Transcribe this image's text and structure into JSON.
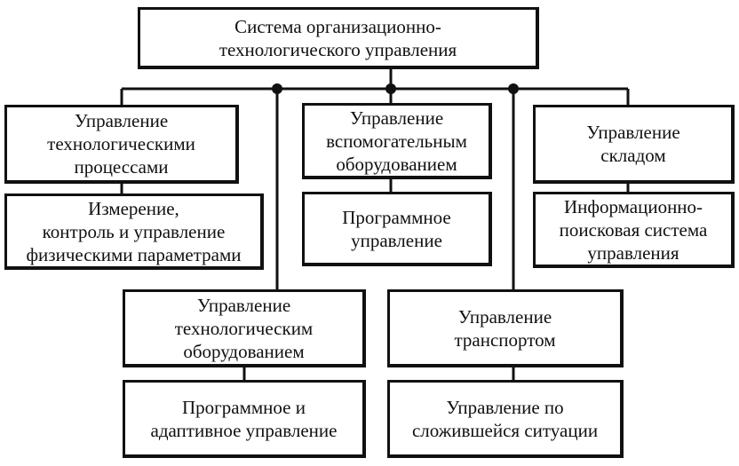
{
  "diagram": {
    "root": "Система организационно-\nтехнологического управления",
    "branches": [
      {
        "title": "Управление\nтехнологическими\nпроцессами",
        "child": "Измерение,\nконтроль и управление\nфизическими параметрами"
      },
      {
        "title": "Управление\nвспомогательным\nоборудованием",
        "child": "Программное\nуправление"
      },
      {
        "title": "Управление\nскладом",
        "child": "Информационно-\nпоисковая система\nуправления"
      },
      {
        "title": "Управление\nтехнологическим\nоборудованием",
        "child": "Программное и\nадаптивное управление"
      },
      {
        "title": "Управление\nтранспортом",
        "child": "Управление по\nсложившейся ситуации"
      }
    ]
  }
}
